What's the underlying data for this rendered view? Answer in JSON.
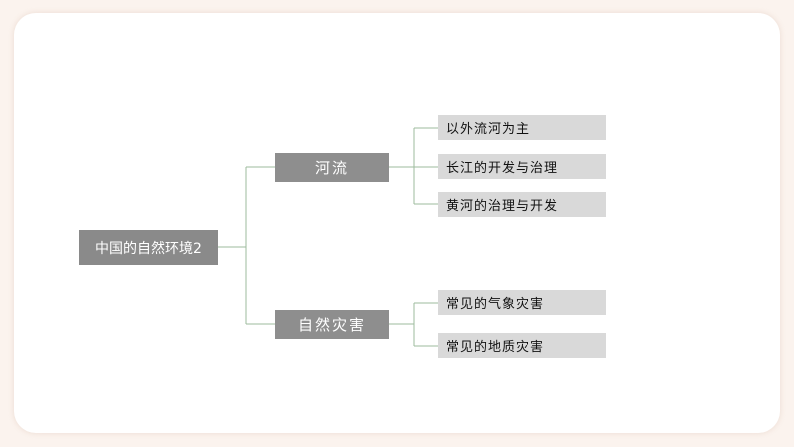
{
  "colors": {
    "background": "#fbf3ee",
    "card": "#ffffff",
    "root_fill": "#8a8a8a",
    "branch_fill": "#8e8e8e",
    "leaf_fill": "#d9d9d9",
    "connector": "#9dbb9d"
  },
  "mindmap": {
    "root": "中国的自然环境2",
    "branches": [
      {
        "label": "河流",
        "children": [
          "以外流河为主",
          "长江的开发与治理",
          "黄河的治理与开发"
        ]
      },
      {
        "label": "自然灾害",
        "children": [
          "常见的气象灾害",
          "常见的地质灾害"
        ]
      }
    ]
  }
}
